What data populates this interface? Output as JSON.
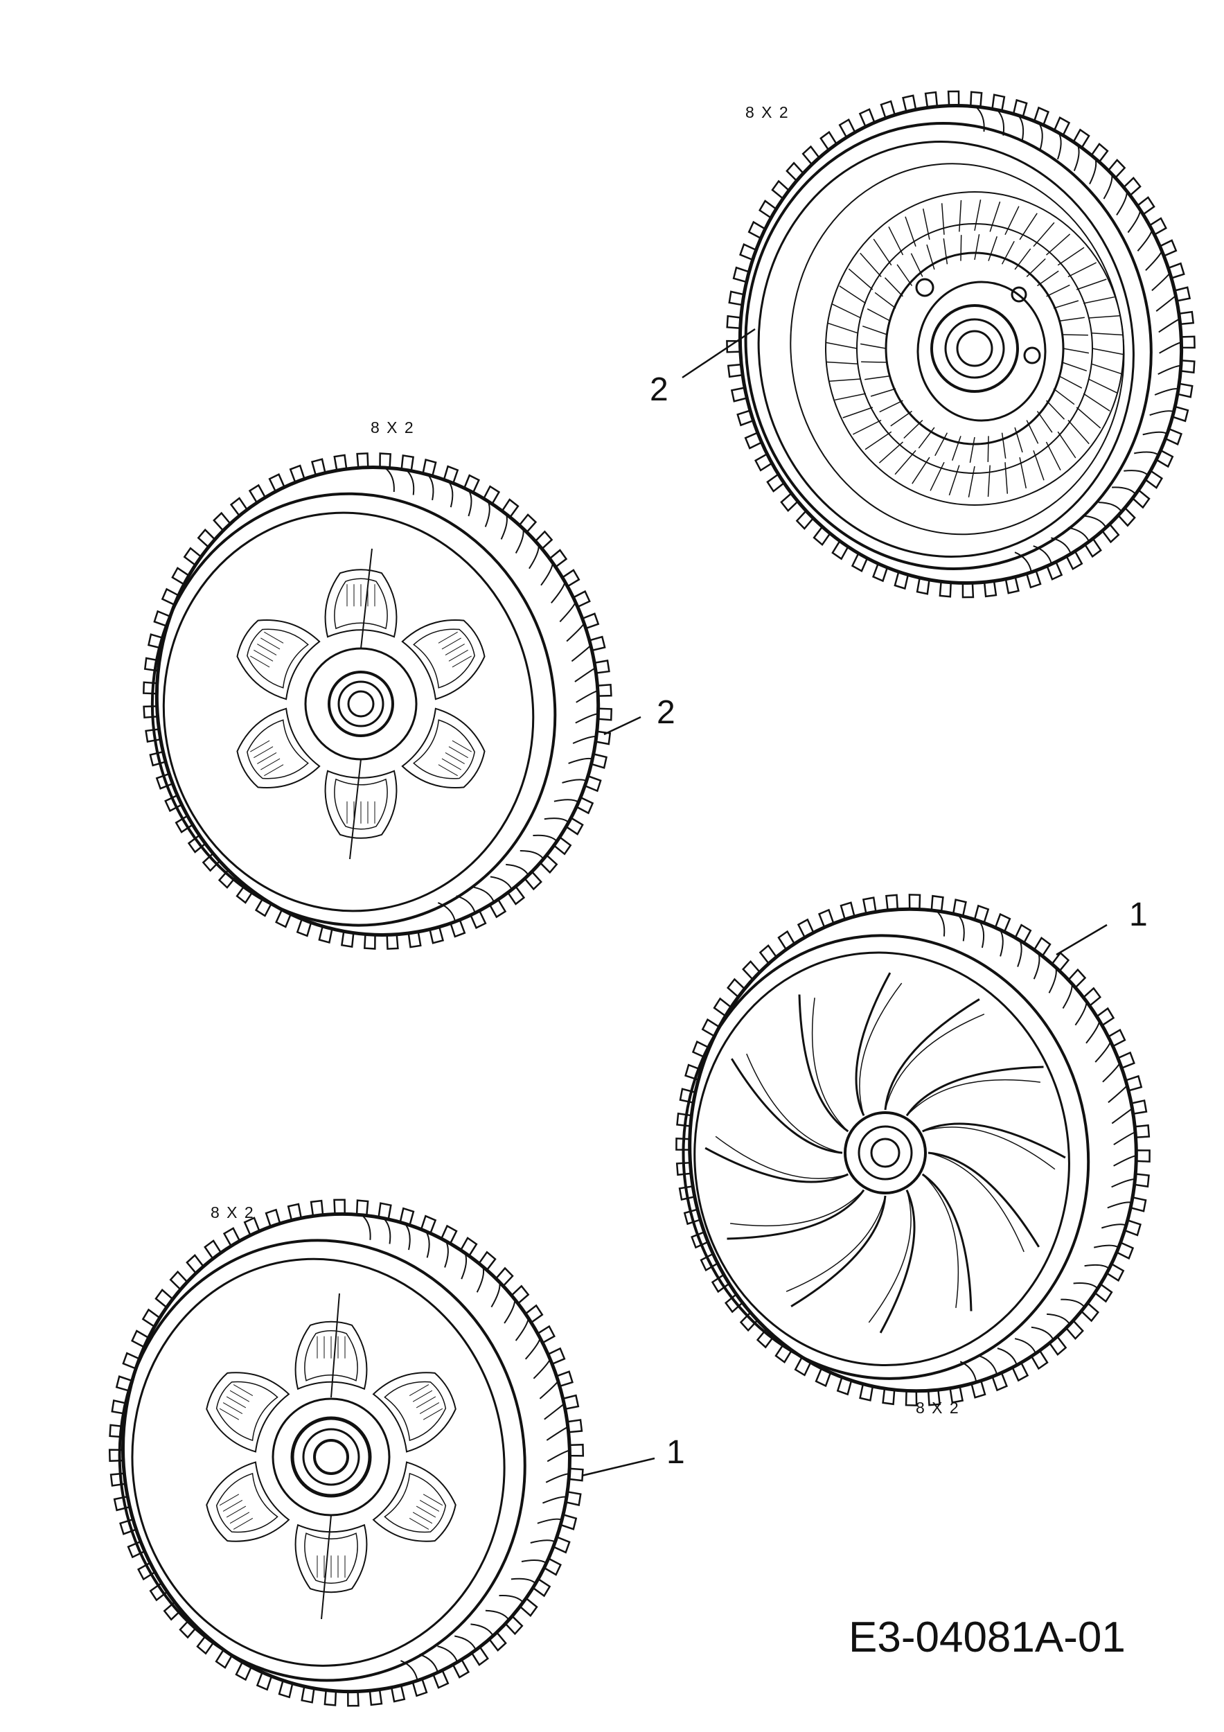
{
  "diagram": {
    "drawing_number": "E3-04081A-01",
    "wheels": [
      {
        "id": "wheel-top-right",
        "style": "inner-side",
        "size_label": "8 X 2",
        "callout": "2"
      },
      {
        "id": "wheel-middle-left",
        "style": "hubcap-6-window",
        "size_label": "8 X 2",
        "callout": "2"
      },
      {
        "id": "wheel-middle-right",
        "style": "spiral-spokes",
        "size_label": "8 X 2",
        "callout": "1"
      },
      {
        "id": "wheel-bottom-left",
        "style": "hubcap-6-window",
        "size_label": "8 X 2",
        "callout": "1"
      }
    ]
  }
}
